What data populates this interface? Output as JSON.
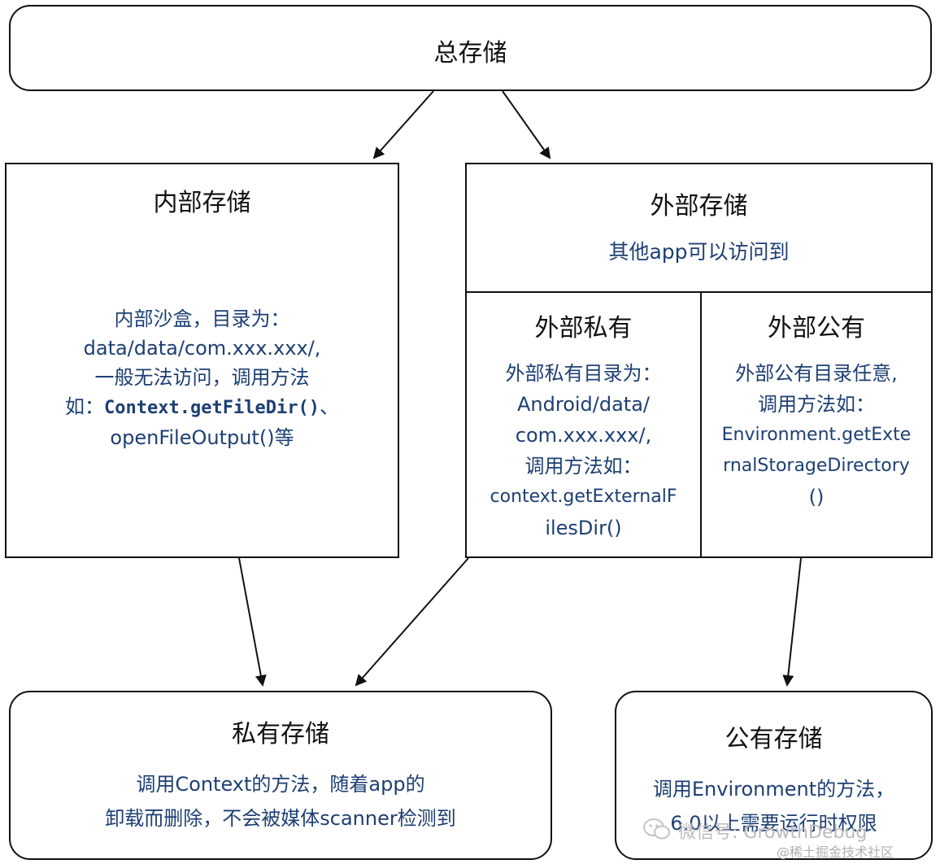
{
  "total": {
    "title": "总存储"
  },
  "internal": {
    "title": "内部存储",
    "lines": [
      "内部沙盒，目录为：",
      "data/data/com.xxx.xxx/,",
      "一般无法访问，调用方法"
    ],
    "line4_prefix": "如：",
    "line4_code": "Context.getFileDir()",
    "line4_suffix": "、",
    "line5": "openFileOutput()等"
  },
  "external": {
    "title": "外部存储",
    "subtitle": "其他app可以访问到",
    "private": {
      "title": "外部私有",
      "lines": [
        "外部私有目录为：",
        "Android/data/",
        "com.xxx.xxx/,",
        "调用方法如：",
        "context.getExternalF",
        "ilesDir()"
      ]
    },
    "public": {
      "title": "外部公有",
      "lines": [
        "外部公有目录任意,",
        "调用方法如：",
        "Environment.getExte",
        "rnalStorageDirectory",
        "()"
      ]
    }
  },
  "private_storage": {
    "title": "私有存储",
    "lines": [
      "调用Context的方法，随着app的",
      "卸载而删除，不会被媒体scanner检测到"
    ]
  },
  "public_storage": {
    "title": "公有存储",
    "lines": [
      "调用Environment的方法，",
      "6.0以上需要运行时权限"
    ]
  },
  "watermark": {
    "wechat": "微信号: GrowthDebug",
    "juejin": "@稀土掘金技术社区"
  },
  "colors": {
    "text_blue": "#1d3f73",
    "stroke": "#111111"
  }
}
